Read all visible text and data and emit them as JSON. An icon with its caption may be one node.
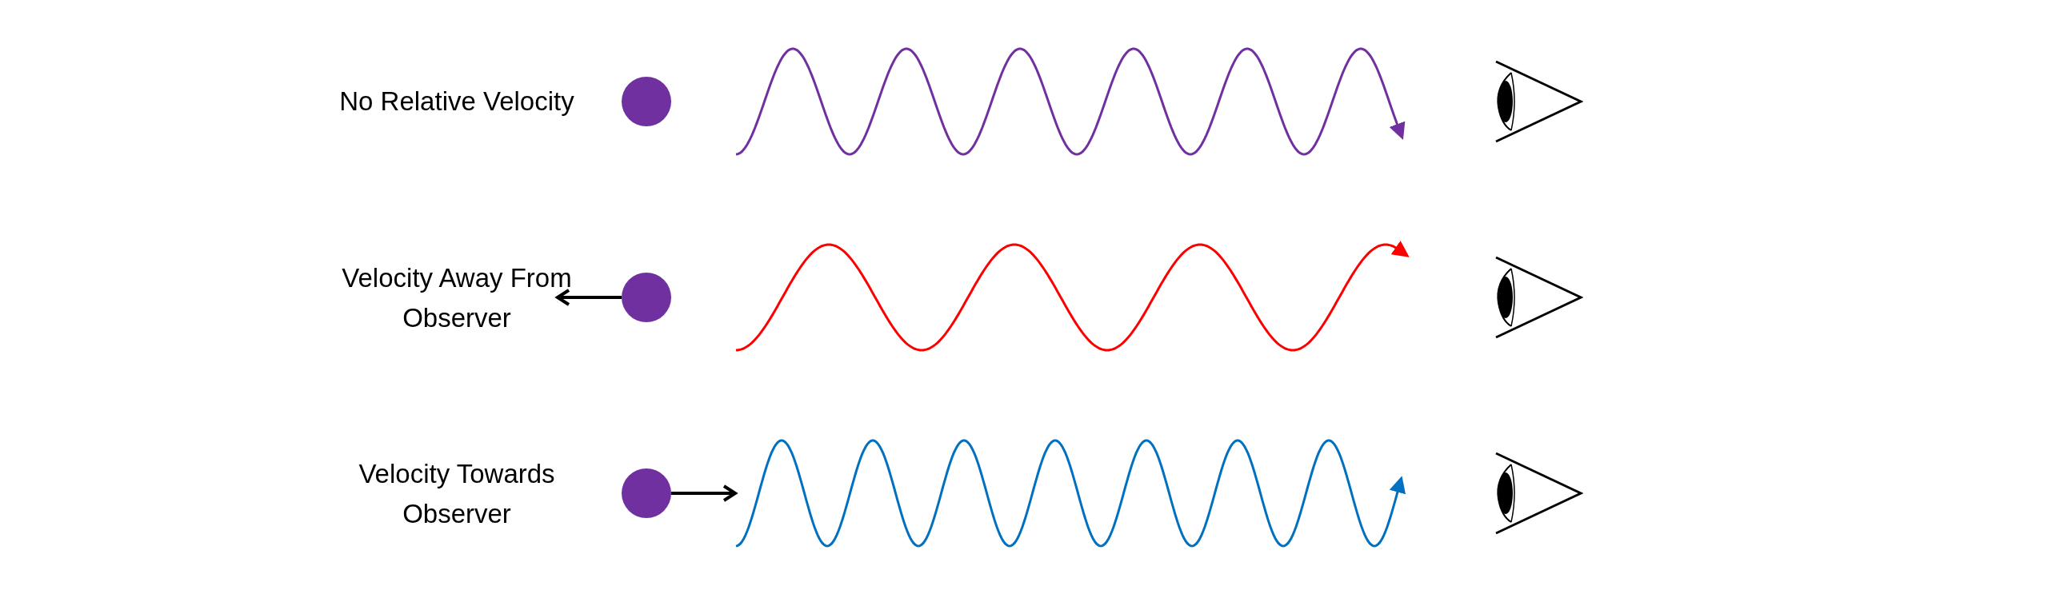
{
  "diagram": {
    "nodes": [
      {
        "text": [],
        "shape": "circle",
        "beside": [
          "No Relative Velocity"
        ]
      },
      {
        "text": [],
        "shape": "eye"
      },
      {
        "text": [],
        "shape": "circle",
        "beside": [
          "Velocity Away From Observer"
        ]
      },
      {
        "text": [],
        "shape": "eye"
      },
      {
        "text": [],
        "shape": "circle",
        "beside": [
          "Velocity Towards Observer"
        ]
      },
      {
        "text": [],
        "shape": "eye"
      }
    ],
    "edges": [
      {
        "from": 0,
        "to": 1,
        "arrow": "to",
        "color": "#7030a0"
      },
      {
        "from": 2,
        "to": 3,
        "arrow": "to",
        "color": "#ff0000"
      },
      {
        "from": 4,
        "to": 5,
        "arrow": "to",
        "color": "#0070c0"
      }
    ]
  }
}
